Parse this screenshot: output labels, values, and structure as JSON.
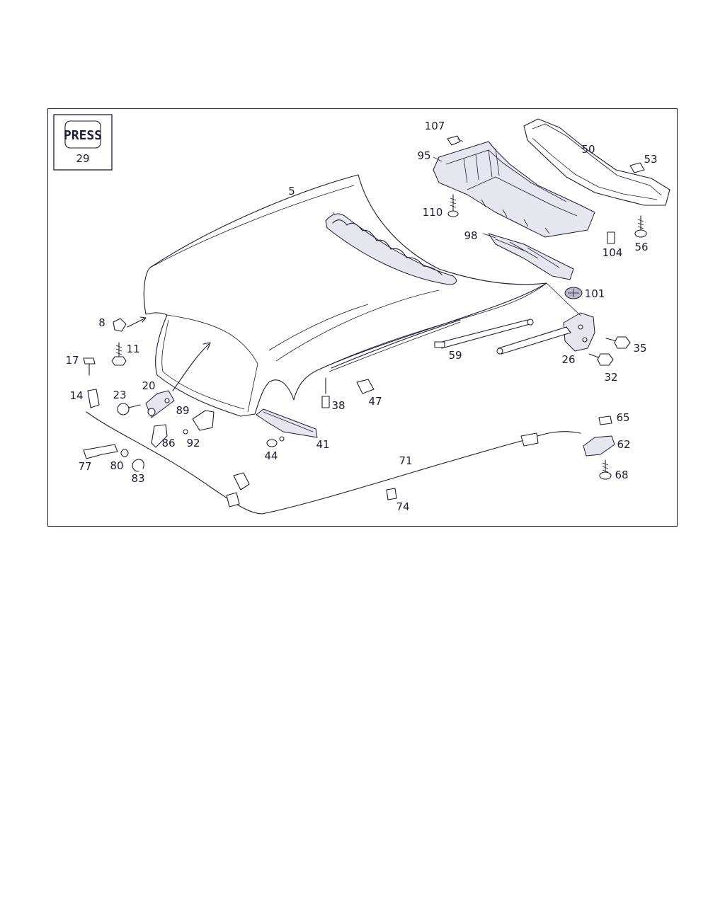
{
  "press_box": {
    "badge_text": "PRESS",
    "number": "29"
  },
  "callouts": [
    {
      "id": "c5",
      "text": "5"
    },
    {
      "id": "c8",
      "text": "8"
    },
    {
      "id": "c11",
      "text": "11"
    },
    {
      "id": "c14",
      "text": "14"
    },
    {
      "id": "c17",
      "text": "17"
    },
    {
      "id": "c20",
      "text": "20"
    },
    {
      "id": "c23",
      "text": "23"
    },
    {
      "id": "c26",
      "text": "26"
    },
    {
      "id": "c32",
      "text": "32"
    },
    {
      "id": "c35",
      "text": "35"
    },
    {
      "id": "c38",
      "text": "38"
    },
    {
      "id": "c41",
      "text": "41"
    },
    {
      "id": "c44",
      "text": "44"
    },
    {
      "id": "c47",
      "text": "47"
    },
    {
      "id": "c50",
      "text": "50"
    },
    {
      "id": "c53",
      "text": "53"
    },
    {
      "id": "c56",
      "text": "56"
    },
    {
      "id": "c59",
      "text": "59"
    },
    {
      "id": "c62",
      "text": "62"
    },
    {
      "id": "c65",
      "text": "65"
    },
    {
      "id": "c68",
      "text": "68"
    },
    {
      "id": "c71",
      "text": "71"
    },
    {
      "id": "c74",
      "text": "74"
    },
    {
      "id": "c77",
      "text": "77"
    },
    {
      "id": "c80",
      "text": "80"
    },
    {
      "id": "c83",
      "text": "83"
    },
    {
      "id": "c86",
      "text": "86"
    },
    {
      "id": "c89",
      "text": "89"
    },
    {
      "id": "c92",
      "text": "92"
    },
    {
      "id": "c95",
      "text": "95"
    },
    {
      "id": "c98",
      "text": "98"
    },
    {
      "id": "c101",
      "text": "101"
    },
    {
      "id": "c104",
      "text": "104"
    },
    {
      "id": "c107",
      "text": "107"
    },
    {
      "id": "c110",
      "text": "110"
    }
  ]
}
